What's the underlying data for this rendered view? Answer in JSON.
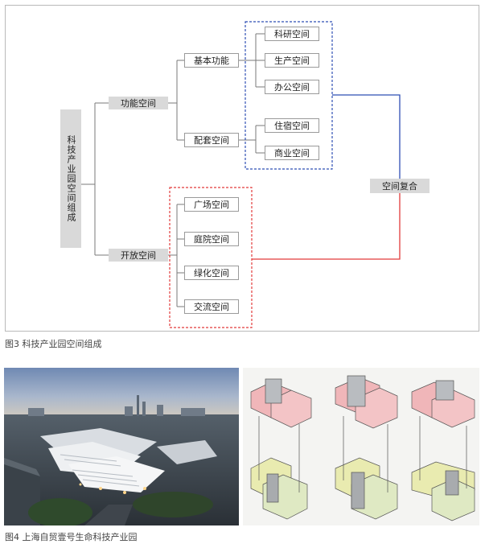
{
  "diagram": {
    "root": "科技产业园空间组成",
    "level1": {
      "functional": "功能空间",
      "open": "开放空间"
    },
    "level2": {
      "basic": "基本功能",
      "supporting": "配套空间"
    },
    "basic_items": [
      "科研空间",
      "生产空间",
      "办公空间"
    ],
    "supporting_items": [
      "住宿空间",
      "商业空间"
    ],
    "open_items": [
      "广场空间",
      "庭院空间",
      "绿化空间",
      "交流空间"
    ],
    "composite": "空间复合",
    "colors": {
      "blue": "#2f4fb5",
      "red": "#e23b3b",
      "line": "#7a7a7a"
    }
  },
  "figure3_caption": "图3  科技产业园空间组成",
  "figure4_caption": "图4  上海自贸壹号生命科技产业园"
}
